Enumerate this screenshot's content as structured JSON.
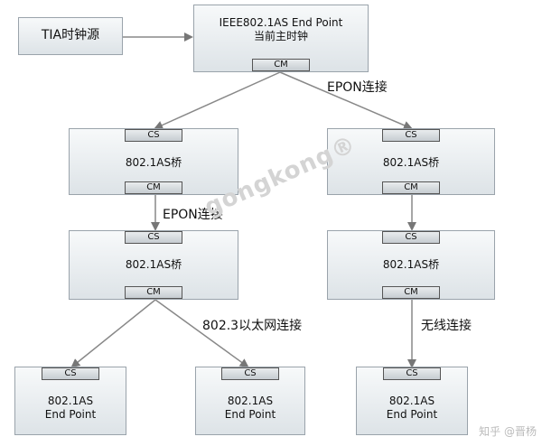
{
  "tia_source": "TIA时钟源",
  "grandmaster": {
    "line1": "IEEE802.1AS End Point",
    "line2": "当前主时钟",
    "port": "CM"
  },
  "bridge_left_1": {
    "label": "802.1AS桥",
    "port_top": "CS",
    "port_bottom": "CM"
  },
  "bridge_right_1": {
    "label": "802.1AS桥",
    "port_top": "CS",
    "port_bottom": "CM"
  },
  "bridge_left_2": {
    "label": "802.1AS桥",
    "port_top": "CS",
    "port_bottom": "CM"
  },
  "bridge_right_2": {
    "label": "802.1AS桥",
    "port_top": "CS",
    "port_bottom": "CM"
  },
  "endpoint_1": {
    "line1": "802.1AS",
    "line2": "End Point",
    "port": "CS"
  },
  "endpoint_2": {
    "line1": "802.1AS",
    "line2": "End Point",
    "port": "CS"
  },
  "endpoint_3": {
    "line1": "802.1AS",
    "line2": "End Point",
    "port": "CS"
  },
  "links": {
    "epon_top": "EPON连接",
    "epon_left": "EPON连接",
    "ethernet": "802.3以太网连接",
    "wireless": "无线连接"
  },
  "watermark": "gongkong®",
  "credit": "知乎 @晋杨",
  "colors": {
    "box_border": "#9aa3ab",
    "box_fill_top": "#f7f9fa",
    "box_fill_bottom": "#dde3e7",
    "arrow": "#777777"
  }
}
